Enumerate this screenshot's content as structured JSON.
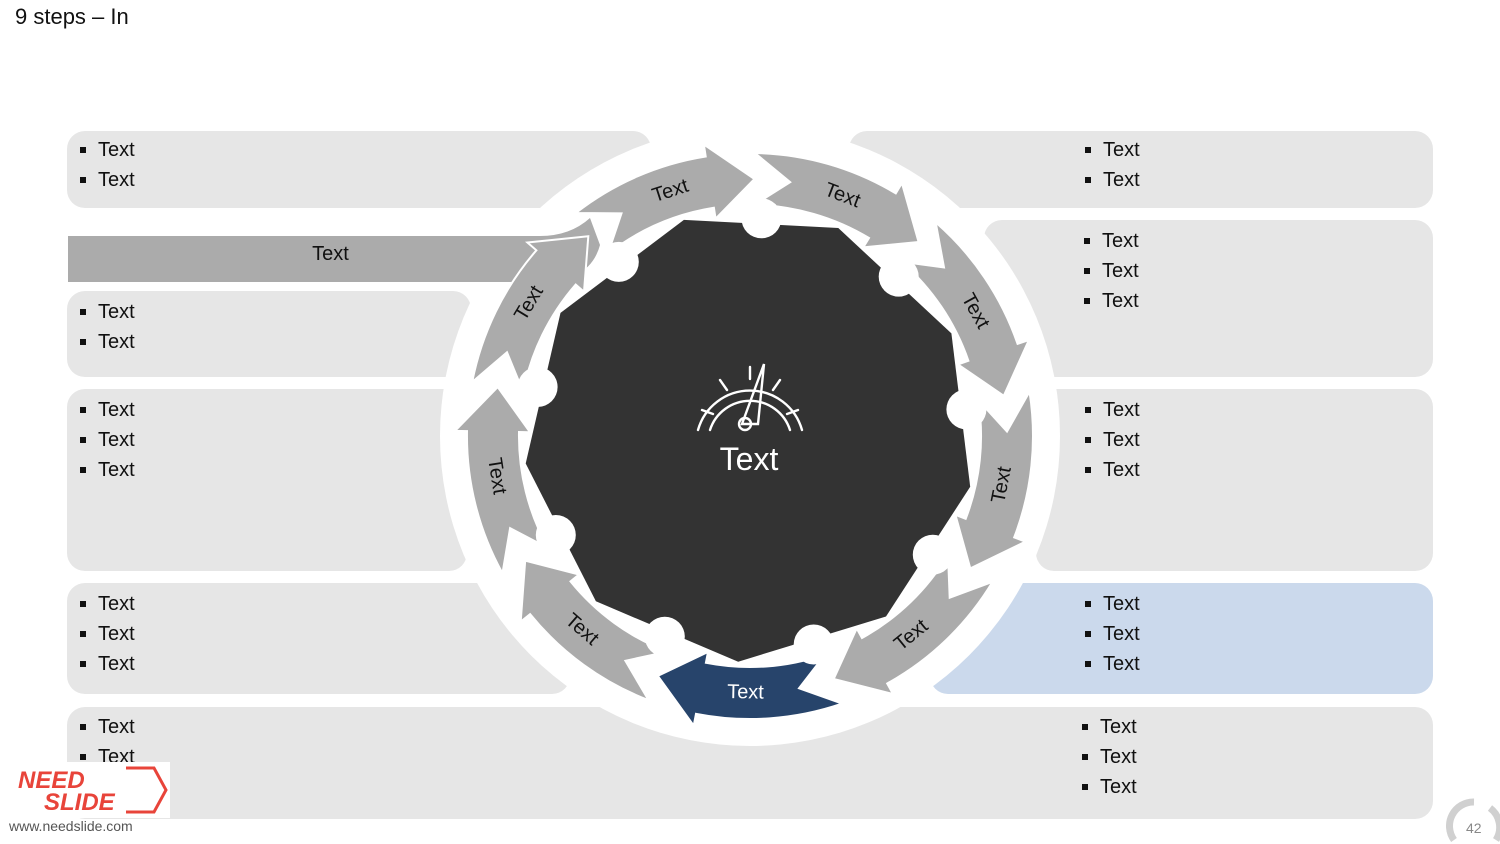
{
  "title": "9 steps – In",
  "input_label": "Text",
  "center_label": "Text",
  "center_icon": "speedometer-icon",
  "steps": [
    {
      "label": "Text"
    },
    {
      "label": "Text"
    },
    {
      "label": "Text"
    },
    {
      "label": "Text"
    },
    {
      "label": "Text"
    },
    {
      "label": "Text"
    },
    {
      "label": "Text"
    },
    {
      "label": "Text"
    },
    {
      "label": "Text"
    }
  ],
  "panels": {
    "left": [
      {
        "items": [
          "Text",
          "Text"
        ]
      },
      {
        "items": [
          "Text",
          "Text"
        ]
      },
      {
        "items": [
          "Text",
          "Text",
          "Text"
        ]
      },
      {
        "items": [
          "Text",
          "Text",
          "Text"
        ]
      }
    ],
    "right": [
      {
        "items": [
          "Text",
          "Text"
        ]
      },
      {
        "items": [
          "Text",
          "Text",
          "Text"
        ]
      },
      {
        "items": [
          "Text",
          "Text",
          "Text"
        ]
      },
      {
        "items": [
          "Text",
          "Text",
          "Text"
        ]
      }
    ],
    "bottom_left": {
      "items": [
        "Text",
        "Text"
      ]
    },
    "bottom_right": {
      "items": [
        "Text",
        "Text",
        "Text"
      ]
    }
  },
  "colors": {
    "arrow": "#ababab",
    "highlight": "#27446b",
    "core": "#333333",
    "panel": "#e6e6e6",
    "panel_highlight": "#cbd9ec"
  },
  "brand": {
    "logo_line1": "NEED",
    "logo_line2": "SLIDE",
    "url": "www.needslide.com"
  },
  "page_number": "42"
}
